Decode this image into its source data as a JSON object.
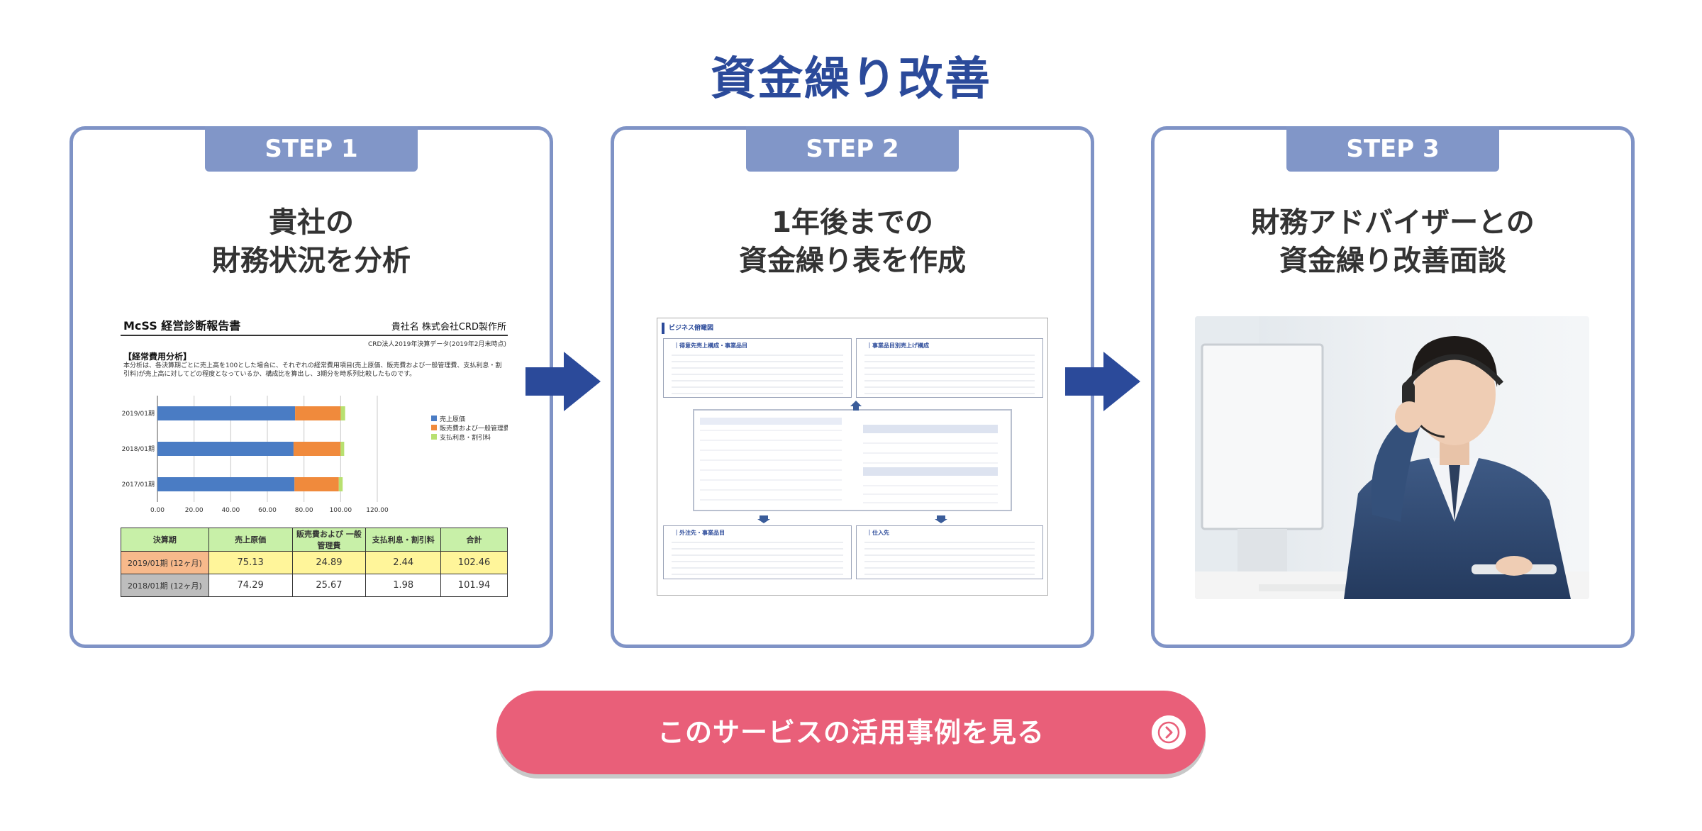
{
  "page": {
    "title": "資金繰り改善",
    "accent_color": "#2b4a9a",
    "card_border_color": "#7f93c6",
    "cta_color": "#e95f79"
  },
  "steps": [
    {
      "tab": "STEP 1",
      "title_line1": "貴社の",
      "title_line2": "財務状況を分析"
    },
    {
      "tab": "STEP 2",
      "title_line1": "1年後までの",
      "title_line2": "資金繰り表を作成"
    },
    {
      "tab": "STEP 3",
      "title_line1": "財務アドバイザーとの",
      "title_line2": "資金繰り改善面談"
    }
  ],
  "doc1": {
    "heading": "McSS 経営診断報告書",
    "company": "貴社名 株式会社CRD製作所",
    "subline": "CRD法人2019年決算データ(2019年2月末時点)",
    "section": "【経常費用分析】",
    "text": "本分析は、各決算期ごとに売上高を100とした場合に、それぞれの経常費用項目(売上原価、販売費および一般管理費、支払利息・割引料)が売上高に対してどの程度となっているか、構成比を算出し、3期分を時系列比較したものです。",
    "chart_data": {
      "type": "bar",
      "orientation": "horizontal",
      "stacked": true,
      "categories": [
        "2019/01期",
        "2018/01期",
        "2017/01期"
      ],
      "series": [
        {
          "name": "売上原価",
          "values": [
            75.13,
            74.29,
            74.8
          ],
          "color": "#4a7cc4"
        },
        {
          "name": "販売費および一般管理費",
          "values": [
            24.89,
            25.67,
            24.2
          ],
          "color": "#f08a3c"
        },
        {
          "name": "支払利息・割引料",
          "values": [
            2.44,
            1.98,
            2.1
          ],
          "color": "#b8e070"
        }
      ],
      "xlim": [
        0,
        120
      ],
      "xticks": [
        "0.00",
        "20.00",
        "40.00",
        "60.00",
        "80.00",
        "100.00",
        "120.00"
      ],
      "grid": true,
      "legend": "right"
    },
    "table": {
      "headers": [
        "決算期",
        "売上原価",
        "販売費および 一般管理費",
        "支払利息・割引料",
        "合計"
      ],
      "rows": [
        {
          "label": "2019/01期 (12ヶ月)",
          "cells": [
            "75.13",
            "24.89",
            "2.44",
            "102.46"
          ]
        },
        {
          "label": "2018/01期 (12ヶ月)",
          "cells": [
            "74.29",
            "25.67",
            "1.98",
            "101.94"
          ]
        }
      ]
    }
  },
  "doc2": {
    "heading": "ビジネス俯瞰図",
    "box1_title": "｜得意先売上構成・事業品目",
    "box2_title": "｜事業品目別売上げ構成",
    "box3_title": "｜外注先・事業品目",
    "box4_title": "｜仕入先"
  },
  "cta": {
    "label": "このサービスの活用事例を見る",
    "icon": "chevron-right-icon"
  }
}
